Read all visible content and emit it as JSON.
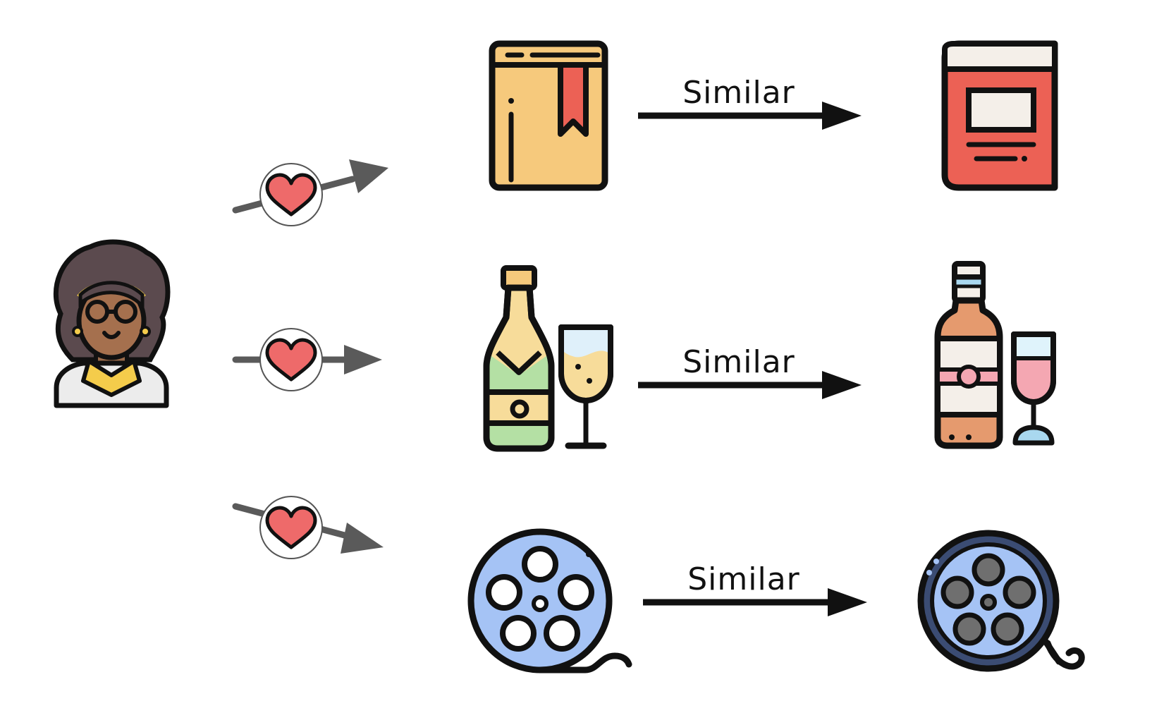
{
  "diagram": {
    "user": {
      "icon": "user-avatar-icon"
    },
    "likes": [
      {
        "icon": "heart-icon",
        "target": "book"
      },
      {
        "icon": "heart-icon",
        "target": "champagne"
      },
      {
        "icon": "heart-icon",
        "target": "film-reel"
      }
    ],
    "rows": [
      {
        "liked_item": "book-icon",
        "relation": "Similar",
        "recommended_item": "red-book-icon"
      },
      {
        "liked_item": "champagne-bottle-glass-icon",
        "relation": "Similar",
        "recommended_item": "wine-bottle-glass-icon"
      },
      {
        "liked_item": "blue-film-reel-icon",
        "relation": "Similar",
        "recommended_item": "gray-film-reel-icon"
      }
    ],
    "colors": {
      "heart": "#ee6a6a",
      "like_arrow": "#5a5a5a",
      "similar_arrow": "#111111",
      "book_yellow": "#f6c97c",
      "book_red": "#ec6155",
      "champagne_green": "#b4e0a4",
      "champagne_cream": "#f7dc9a",
      "wine_orange": "#e59a6e",
      "wine_pink": "#f4a7b2",
      "reel_blue": "#a5c3f5",
      "reel_gray": "#6f6f6f"
    }
  }
}
